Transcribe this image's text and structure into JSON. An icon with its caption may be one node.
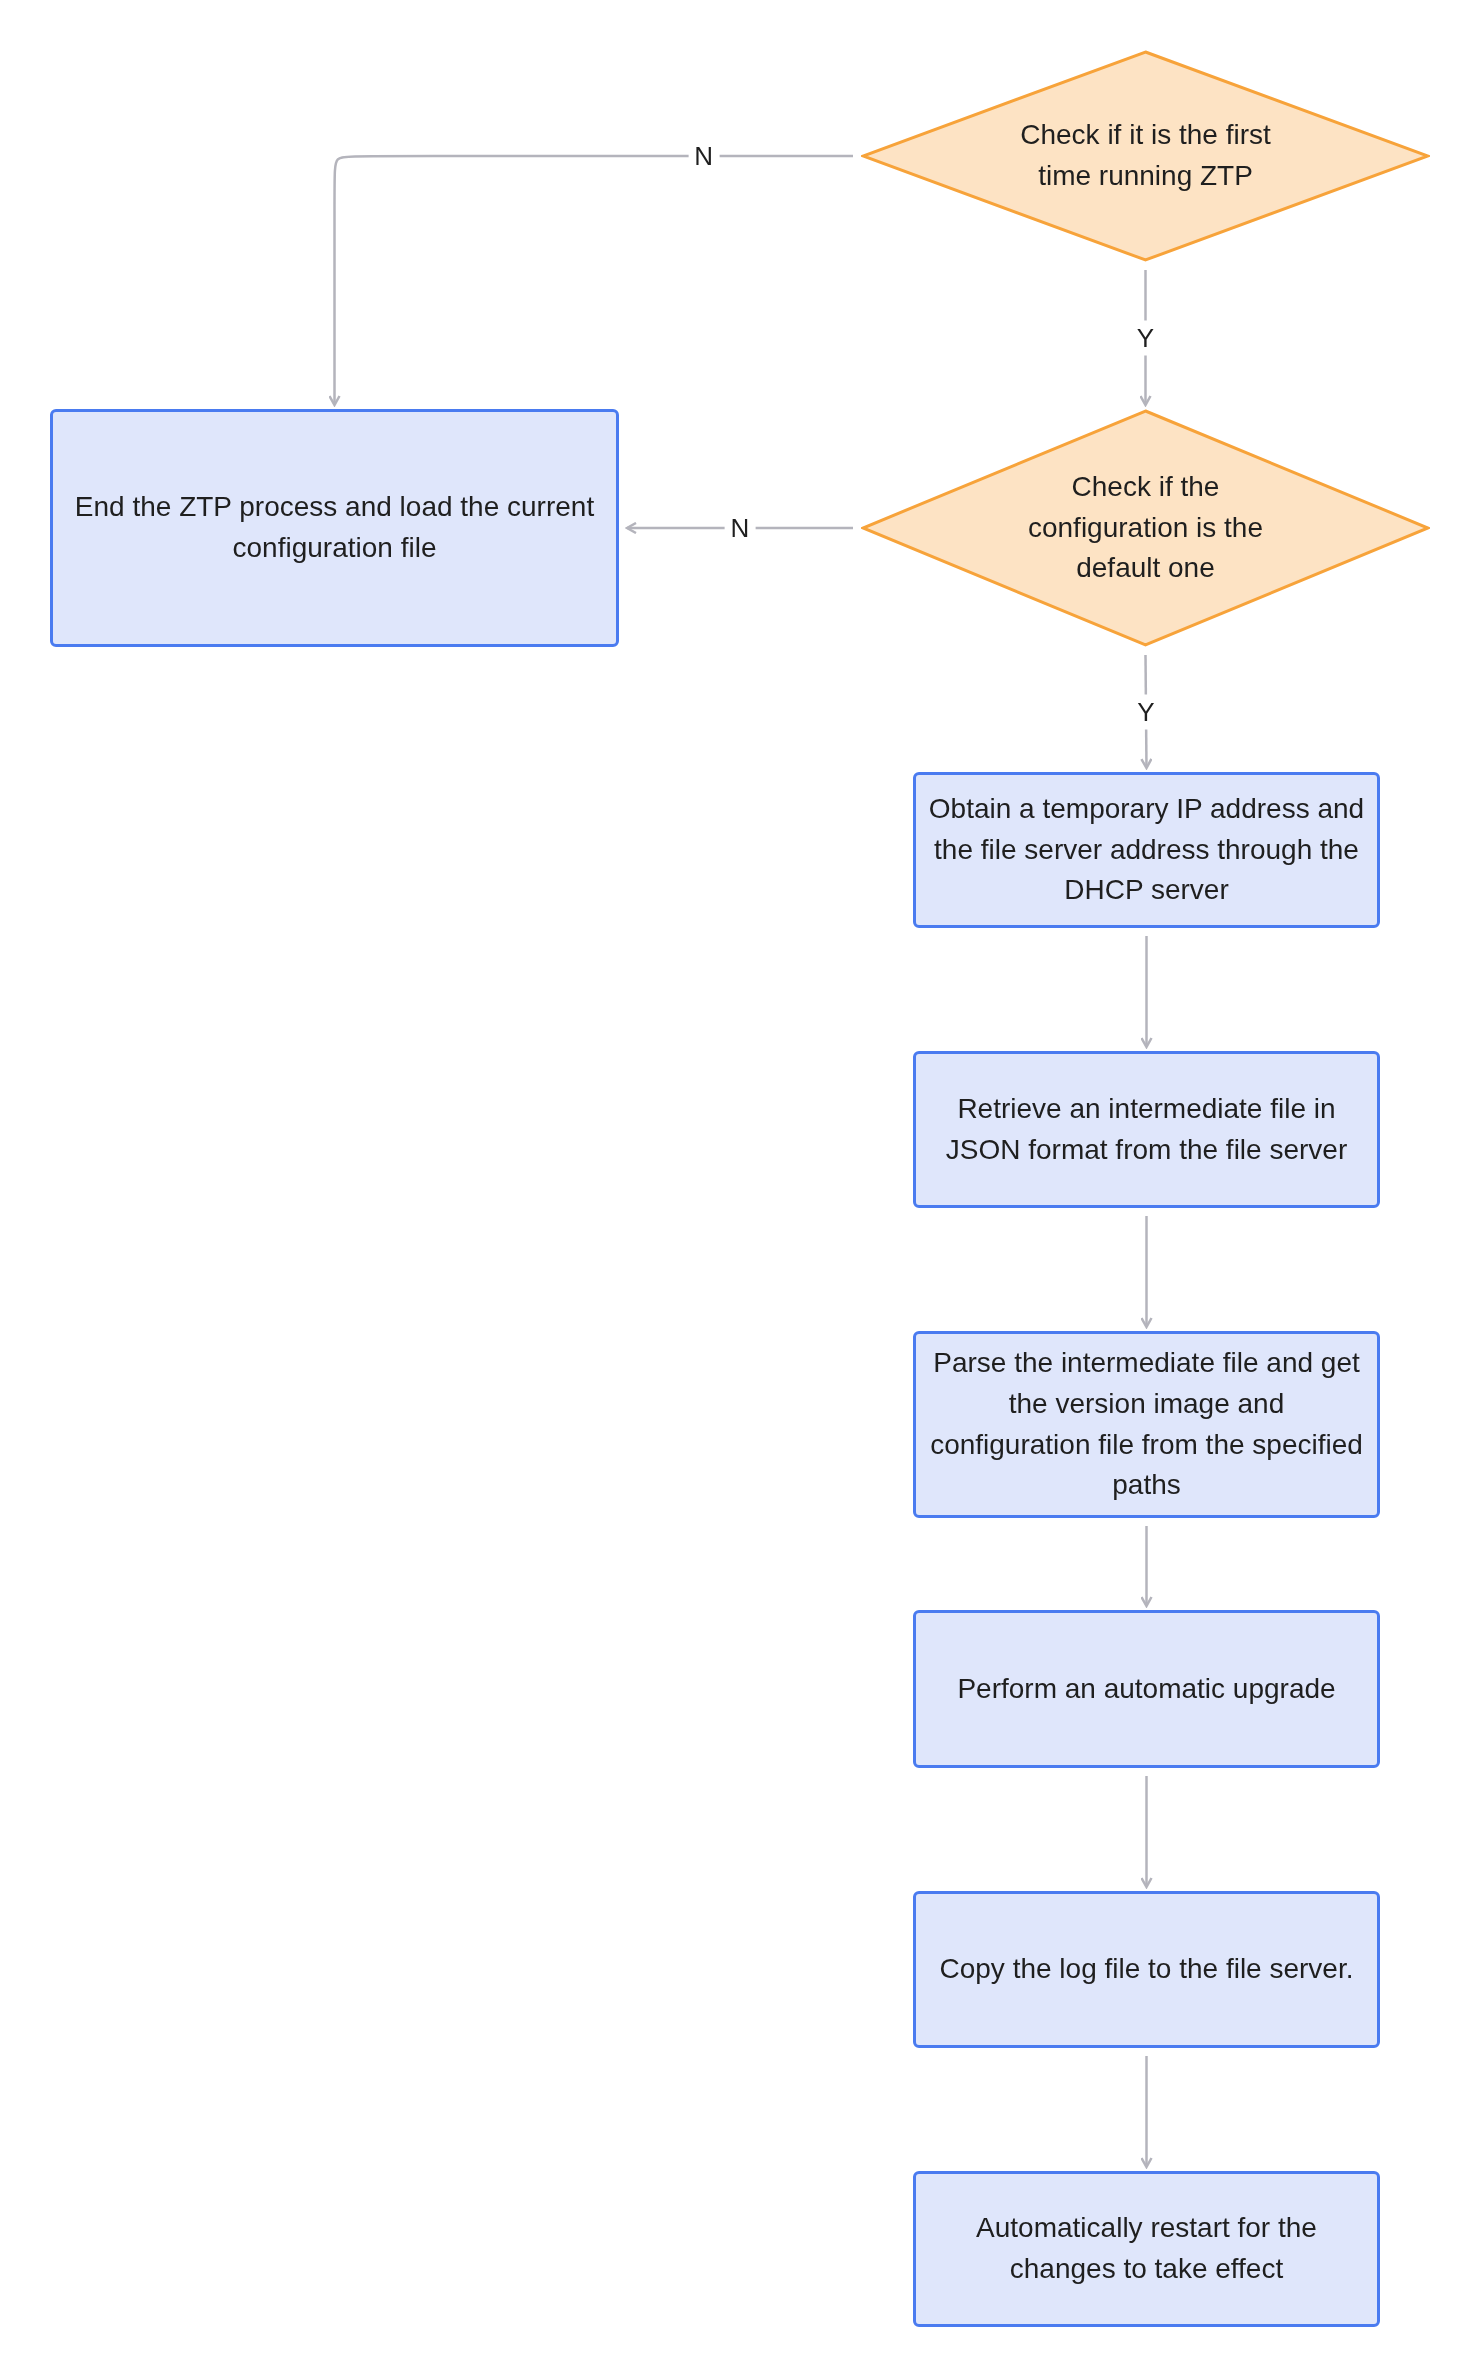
{
  "diagram": {
    "nodes": [
      {
        "text": [
          "Check if it is the first time running ZTP"
        ]
      },
      {
        "text": [
          "End the ZTP process and load the current configuration file"
        ]
      },
      {
        "text": [
          "Check if the configuration is the default one"
        ]
      },
      {
        "text": [
          "Obtain a temporary IP address and the file server address through the DHCP server"
        ]
      },
      {
        "text": [
          "Retrieve an intermediate file in JSON format from the file server"
        ]
      },
      {
        "text": [
          "Parse the intermediate file and get the version image and configuration file from the specified paths"
        ]
      },
      {
        "text": [
          "Perform an automatic upgrade"
        ]
      },
      {
        "text": [
          "Copy the log file to the file server."
        ]
      },
      {
        "text": [
          "Automatically restart for the changes to take effect"
        ]
      }
    ],
    "edges": [
      {
        "from": 0,
        "to": 1,
        "arrow": "to",
        "label": "N"
      },
      {
        "from": 0,
        "to": 2,
        "arrow": "to",
        "label": "Y"
      },
      {
        "from": 2,
        "to": 1,
        "arrow": "to",
        "label": "N"
      },
      {
        "from": 2,
        "to": 3,
        "arrow": "to",
        "label": "Y"
      },
      {
        "from": 3,
        "to": 4,
        "arrow": "to"
      },
      {
        "from": 4,
        "to": 5,
        "arrow": "to"
      },
      {
        "from": 5,
        "to": 6,
        "arrow": "to"
      },
      {
        "from": 6,
        "to": 7,
        "arrow": "to"
      },
      {
        "from": 7,
        "to": 8,
        "arrow": "to"
      }
    ]
  }
}
